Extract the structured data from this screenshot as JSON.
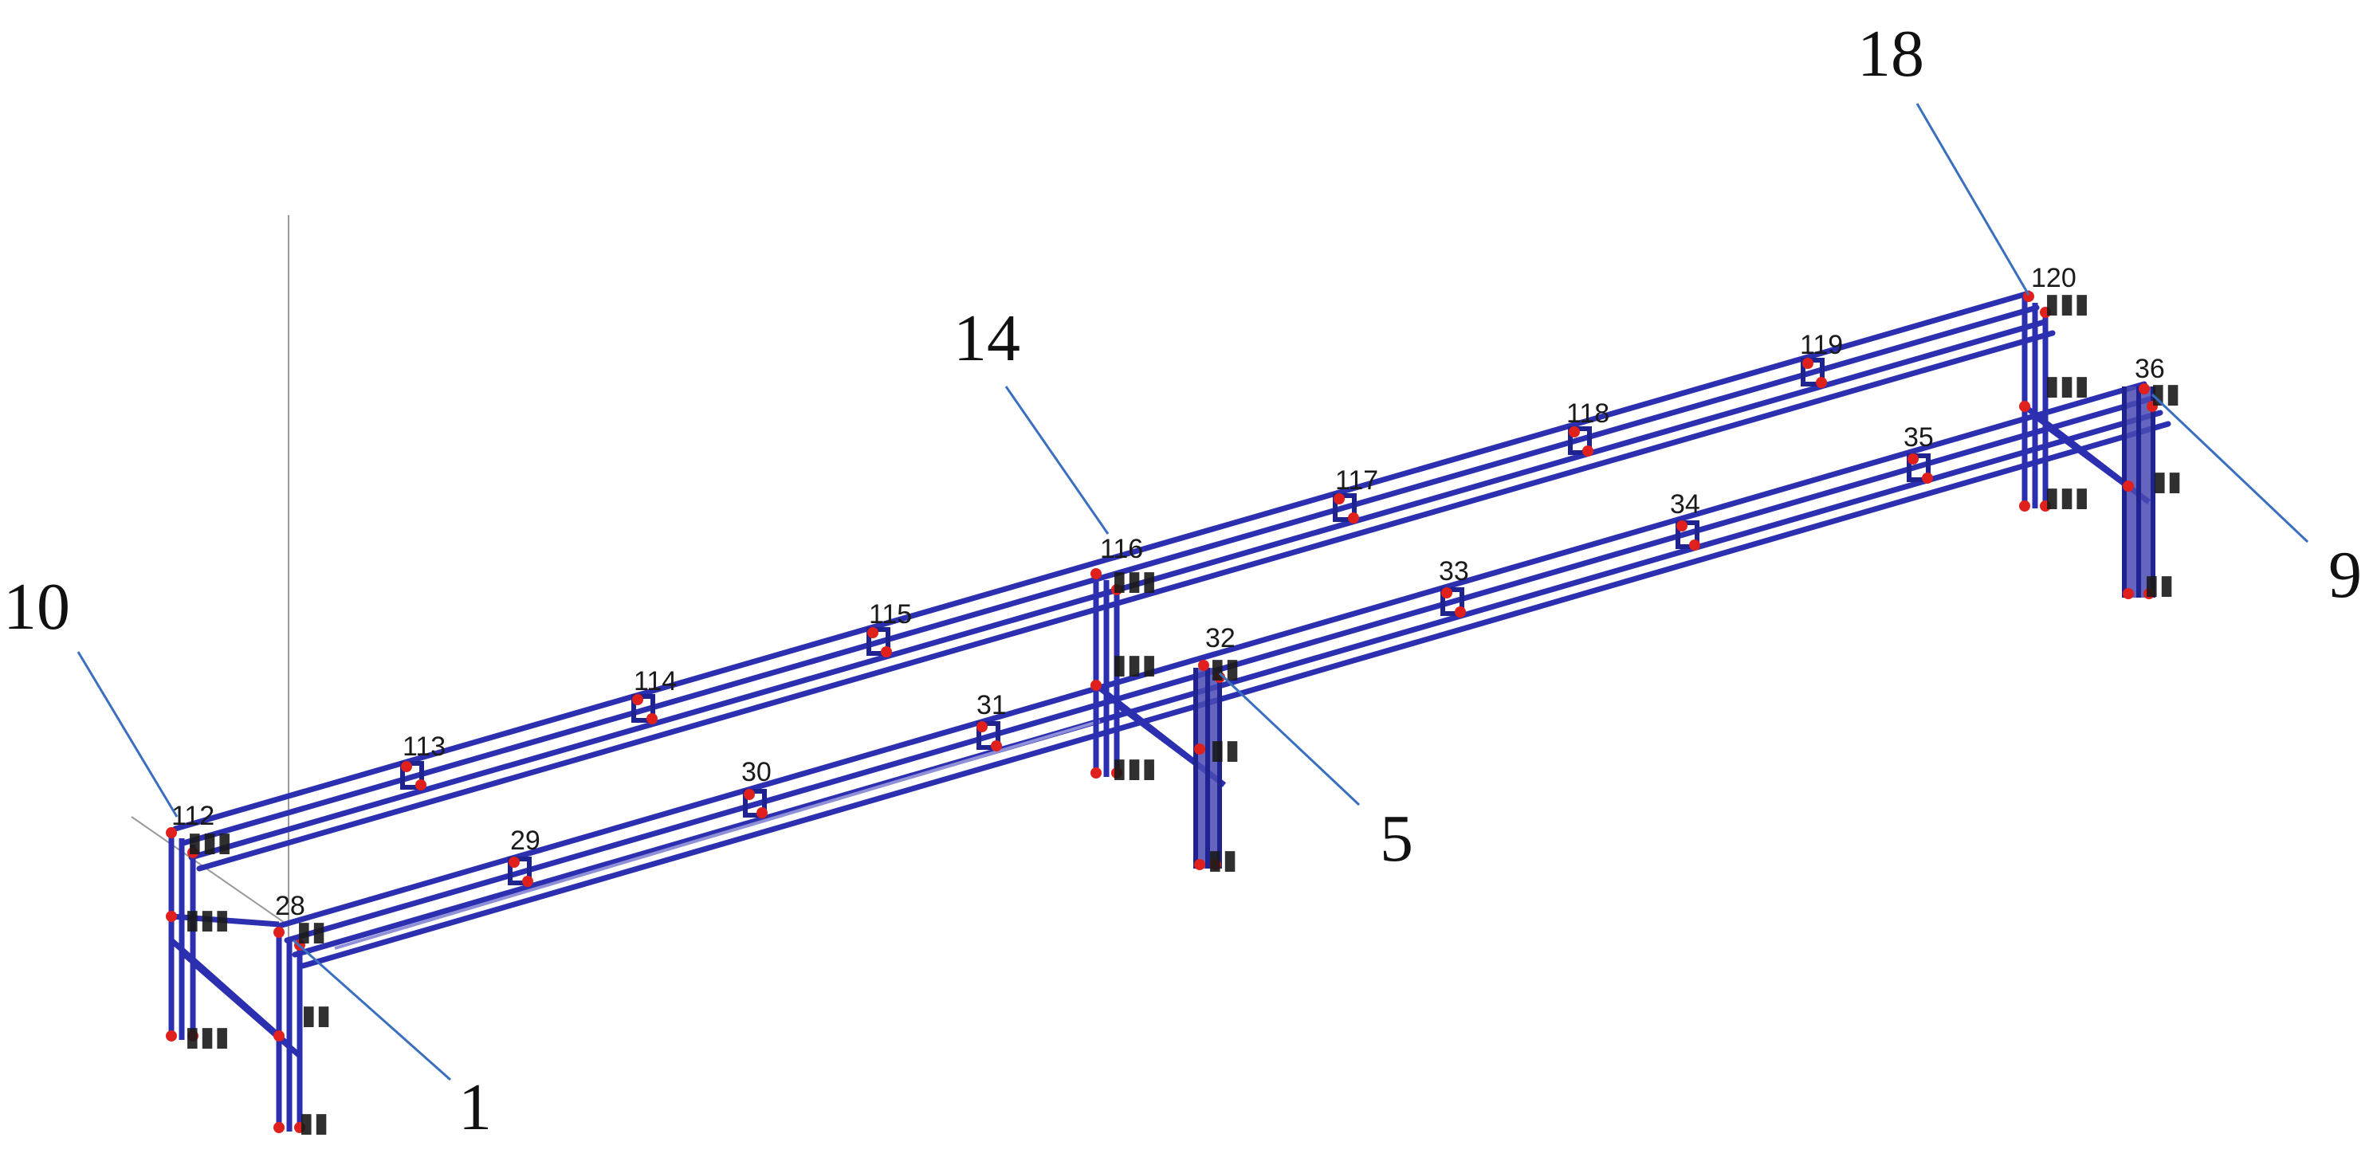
{
  "callouts": {
    "c1": "1",
    "c5": "5",
    "c9": "9",
    "c10": "10",
    "c14": "14",
    "c18": "18"
  },
  "node_labels": {
    "n112": "112",
    "n113": "113",
    "n114": "114",
    "n115": "115",
    "n116": "116",
    "n117": "117",
    "n118": "118",
    "n119": "119",
    "n120": "120",
    "n28": "28",
    "n29": "29",
    "n30": "30",
    "n31": "31",
    "n32": "32",
    "n33": "33",
    "n34": "34",
    "n35": "35",
    "n36": "36"
  },
  "colors": {
    "member": "#2b2fb0",
    "member_dark": "#1f2390",
    "node": "#e0201c",
    "callout_line": "#3a6fc0",
    "guide_line": "#9a9a9a"
  }
}
